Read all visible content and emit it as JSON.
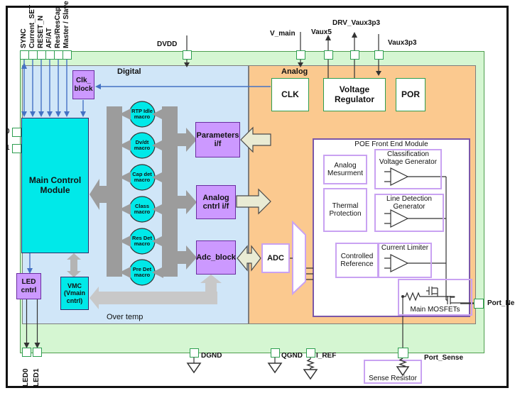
{
  "pins": {
    "top_left": [
      "SYNC",
      "Current_SET",
      "RESET_N",
      "AF/AT",
      "Res/ResCap",
      "Master / Slave"
    ],
    "left": [
      "0",
      "1"
    ],
    "power": {
      "dvdd": "DVDD",
      "v_main": "V_main",
      "vaux5": "Vaux5",
      "drv_vaux3p3": "DRV_Vaux3p3",
      "vaux3p3": "Vaux3p3"
    },
    "bottom": [
      "DGND",
      "QGND",
      "I_REF"
    ],
    "led": [
      "LED0",
      "LED1"
    ],
    "port_sense": "Port_Sense",
    "port_neg": "Port_Ne"
  },
  "digital": {
    "region_label": "Digital",
    "main_control_module": "Main Control Module",
    "clk_block": "Clk_ block",
    "macros": [
      "RTP Idle macro",
      "Dv/dt macro",
      "Cap det macro",
      "Class macro",
      "Res Det macro",
      "Pre Det macro"
    ],
    "interfaces": [
      "Parameters i/f",
      "Analog cntrl i/f",
      "Adc_block"
    ],
    "led_cntrl": "LED cntrl",
    "vmc": "VMC (Vmain cntrl)",
    "over_temp": "Over temp"
  },
  "analog": {
    "region_label": "Analog",
    "clk": "CLK",
    "voltage_regulator": "Voltage Regulator",
    "por": "POR",
    "adc": "ADC",
    "poe": {
      "title": "POE Front End Module",
      "analog_measurement": "Analog Mesurment",
      "classification": "Classification Voltage Generator",
      "thermal": "Thermal Protection",
      "line_detection": "Line Detection Generator",
      "controlled_reference": "Controlled Reference",
      "current_limiter": "Current Limiter",
      "main_mosfets": "Main MOSFETs"
    }
  },
  "external": {
    "sense_resistor": "Sense Resistor"
  },
  "colors": {
    "cyan": "#00e9e9",
    "purple": "#cc99ff",
    "purple_border": "#6a2da0",
    "chip_green": "#d5f6d2",
    "chip_green_border": "#4e9e4e",
    "digital_blue": "#d0e6f8",
    "analog_orange": "#fbc98f",
    "region_border": "#7d7d7d",
    "pin_green_border": "#2e9e50",
    "poe_border": "#7b57a8",
    "poe_inner_border": "#c9a2f2",
    "gray": "#9c9c9c",
    "light_gray": "#c8c8c8",
    "mid_gray": "#b4b4b4",
    "beige": "#e9ebd4",
    "beige_border": "#4a4a4a",
    "blue": "#4472c4",
    "line": "#333333"
  }
}
